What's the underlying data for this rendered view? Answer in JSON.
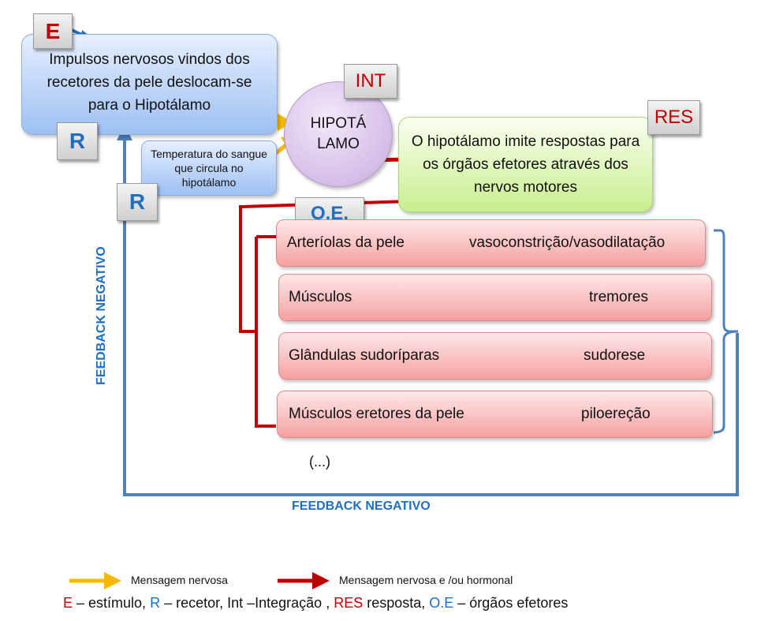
{
  "boxes": {
    "impulsos": "Impulsos nervosos vindos dos recetores da pele deslocam-se para o Hipotálamo",
    "temperatura": "Temperatura do sangue que circula no hipotálamo",
    "hipotalamo": "HIPOTÁ LAMO",
    "resposta": "O hipotálamo imite respostas para os órgãos efetores através dos nervos motores"
  },
  "tags": {
    "e": "E",
    "r1": "R",
    "r2": "R",
    "int": "INT",
    "res": "RES",
    "oe": "O.E."
  },
  "effectors": [
    {
      "organ": "Arteríolas da pele",
      "effect": "vasoconstrição/vasodilatação"
    },
    {
      "organ": "Músculos",
      "effect": "tremores"
    },
    {
      "organ": "Glândulas sudoríparas",
      "effect": "sudorese"
    },
    {
      "organ": "Músculos eretores da pele",
      "effect": "piloereção"
    }
  ],
  "ellipsis": "(...)",
  "feedback": {
    "vertical": "FEEDBACK NEGATIVO",
    "horizontal": "FEEDBACK NEGATIVO"
  },
  "legend": {
    "nervosa": "Mensagem nervosa",
    "hormonal": "Mensagem nervosa e /ou hormonal",
    "key_e": "E",
    "key_e_text": " – estímulo, ",
    "key_r": "R",
    "key_r_text": " – recetor, Int –Integração , ",
    "key_res": "RES",
    "key_res_text": " resposta, ",
    "key_oe": "O.E",
    "key_oe_text": " – órgãos efetores"
  },
  "colors": {
    "stimulus_red": "#c00000",
    "receptor_blue": "#1f6fc0",
    "feedback_blue": "#4f81bd",
    "nervous_arrow": "#f6b800",
    "hormonal_arrow": "#c00000"
  }
}
